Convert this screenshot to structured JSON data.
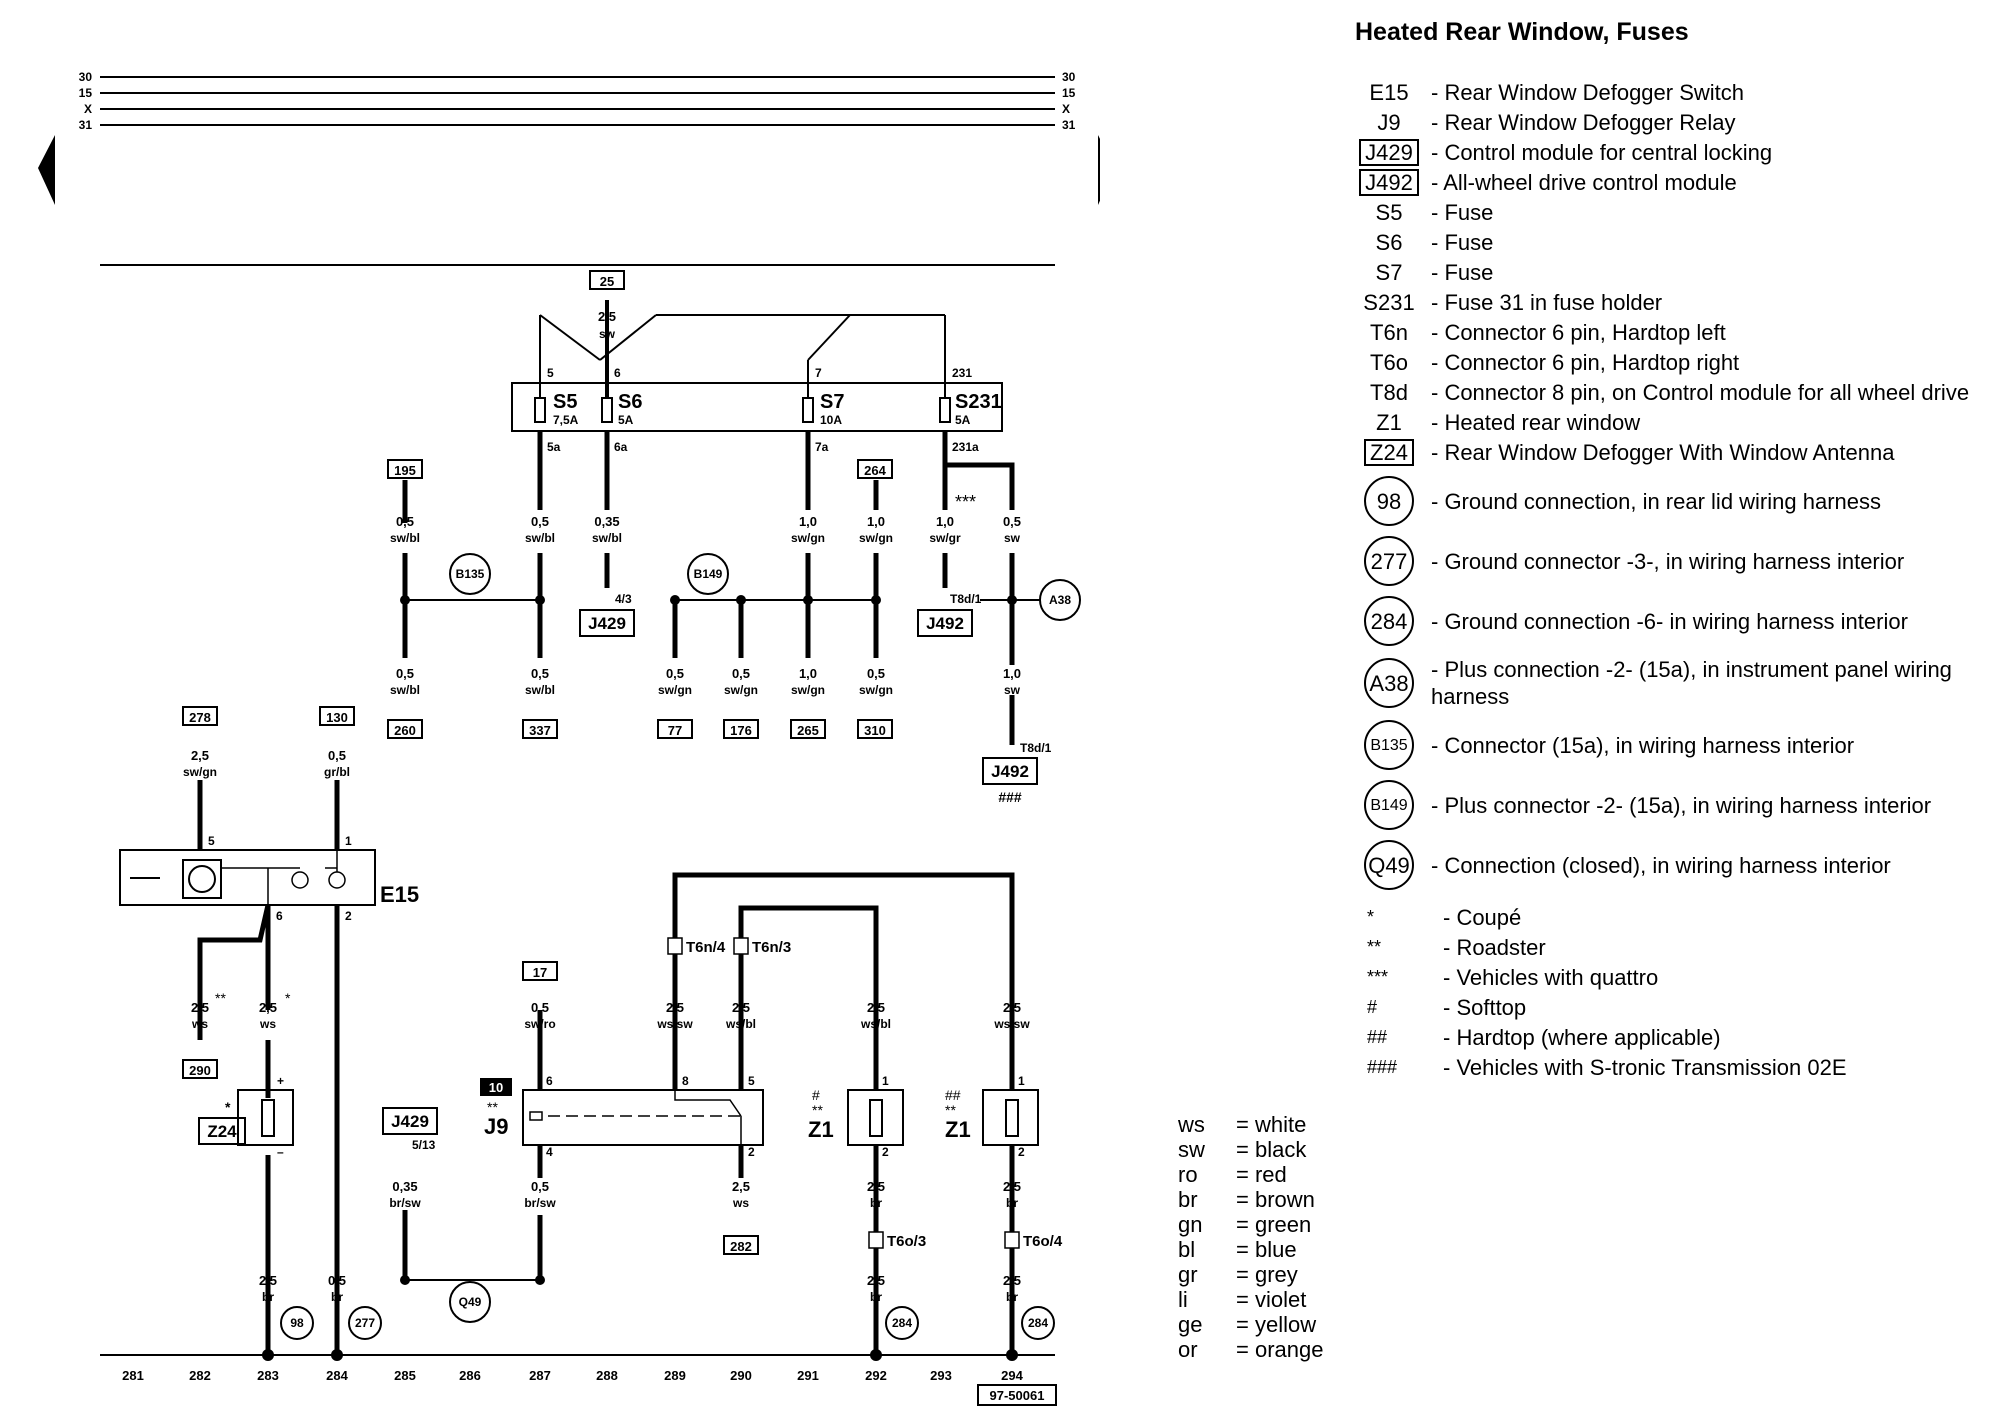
{
  "title": "Heated Rear Window, Fuses",
  "legend": [
    {
      "code": "E15",
      "style": "plain",
      "desc": "- Rear Window Defogger Switch"
    },
    {
      "code": "J9",
      "style": "plain",
      "desc": "- Rear Window Defogger Relay"
    },
    {
      "code": "J429",
      "style": "boxed",
      "desc": "- Control module for central locking"
    },
    {
      "code": "J492",
      "style": "boxed",
      "desc": "- All-wheel drive control module"
    },
    {
      "code": "S5",
      "style": "plain",
      "desc": "- Fuse"
    },
    {
      "code": "S6",
      "style": "plain",
      "desc": "- Fuse"
    },
    {
      "code": "S7",
      "style": "plain",
      "desc": "- Fuse"
    },
    {
      "code": "S231",
      "style": "plain",
      "desc": "- Fuse 31 in fuse holder"
    },
    {
      "code": "T6n",
      "style": "plain",
      "desc": "- Connector 6 pin, Hardtop left"
    },
    {
      "code": "T6o",
      "style": "plain",
      "desc": "- Connector 6 pin, Hardtop right"
    },
    {
      "code": "T8d",
      "style": "plain",
      "desc": "- Connector 8 pin, on Control module for all wheel drive"
    },
    {
      "code": "Z1",
      "style": "plain",
      "desc": "- Heated rear window"
    },
    {
      "code": "Z24",
      "style": "boxed",
      "desc": "- Rear Window Defogger With Window Antenna"
    }
  ],
  "circled_legend": [
    {
      "code": "98",
      "desc": "- Ground connection, in rear lid wiring harness"
    },
    {
      "code": "277",
      "desc": "- Ground connector -3-, in wiring harness interior"
    },
    {
      "code": "284",
      "desc": "- Ground connection -6- in wiring harness interior"
    },
    {
      "code": "A38",
      "desc": "- Plus connection -2- (15a), in instrument panel wiring harness"
    },
    {
      "code": "B135",
      "desc": "- Connector (15a), in wiring harness interior"
    },
    {
      "code": "B149",
      "desc": "- Plus connector -2- (15a), in wiring harness interior"
    },
    {
      "code": "Q49",
      "desc": "- Connection (closed), in wiring harness interior"
    }
  ],
  "footnotes": [
    {
      "code": "*",
      "desc": "- Coupé"
    },
    {
      "code": "**",
      "desc": "- Roadster"
    },
    {
      "code": "***",
      "desc": "- Vehicles with quattro"
    },
    {
      "code": "#",
      "desc": "- Softtop"
    },
    {
      "code": "##",
      "desc": "- Hardtop (where applicable)"
    },
    {
      "code": "###",
      "desc": "- Vehicles with S-tronic Transmission 02E"
    }
  ],
  "color_key": [
    {
      "code": "ws",
      "name": "= white"
    },
    {
      "code": "sw",
      "name": "= black"
    },
    {
      "code": "ro",
      "name": "= red"
    },
    {
      "code": "br",
      "name": "= brown"
    },
    {
      "code": "gn",
      "name": "= green"
    },
    {
      "code": "bl",
      "name": "= blue"
    },
    {
      "code": "gr",
      "name": "= grey"
    },
    {
      "code": "li",
      "name": "= violet"
    },
    {
      "code": "ge",
      "name": "= yellow"
    },
    {
      "code": "or",
      "name": "= orange"
    }
  ],
  "diagram": {
    "bus_labels": [
      "30",
      "15",
      "X",
      "31"
    ],
    "fuses": [
      {
        "label": "S5",
        "rating": "7,5A",
        "in": "5",
        "out": "5a"
      },
      {
        "label": "S6",
        "rating": "5A",
        "in": "6",
        "out": "6a"
      },
      {
        "label": "S7",
        "rating": "10A",
        "in": "7",
        "out": "7a"
      },
      {
        "label": "S231",
        "rating": "5A",
        "in": "231",
        "out": "231a"
      }
    ],
    "refs_top": {
      "r25": "25",
      "r195": "195",
      "r264": "264",
      "r278": "278",
      "r130": "130",
      "r17": "17"
    },
    "refs_mid": {
      "r260": "260",
      "r337": "337",
      "r77": "77",
      "r176": "176",
      "r265": "265",
      "r310": "310",
      "r290": "290",
      "r282": "282"
    },
    "nodes": {
      "b135": "B135",
      "b149": "B149",
      "a38": "A38",
      "q49": "Q49",
      "g98": "98",
      "g277": "277",
      "g284a": "284",
      "g284b": "284"
    },
    "components": {
      "j429_top": "J429",
      "j429_pin": "4/3",
      "j492_mid": "J492",
      "j492_mid_pin": "T8d/1",
      "j492_low": "J492",
      "j492_low_pin": "T8d/1",
      "j492_low_note": "###",
      "j429_low": "J429",
      "j429_low_pin": "5/13",
      "e15": "E15",
      "j9": "J9",
      "j9_num": "10",
      "j9_note": "**",
      "z24": "Z24",
      "z24_note": "*",
      "z1a": "Z1",
      "z1a_note1": "#",
      "z1a_note2": "**",
      "z1b": "Z1",
      "z1b_note1": "##",
      "z1b_note2": "**",
      "t6n4": "T6n/4",
      "t6n3": "T6n/3",
      "t6o3": "T6o/3",
      "t6o4": "T6o/4"
    },
    "wires": [
      {
        "id": "w25",
        "size": "2,5",
        "color": "sw"
      },
      {
        "id": "w195",
        "size": "0,5",
        "color": "sw/bl"
      },
      {
        "id": "ws5",
        "size": "0,5",
        "color": "sw/bl"
      },
      {
        "id": "ws6",
        "size": "0,35",
        "color": "sw/bl"
      },
      {
        "id": "ws7",
        "size": "1,0",
        "color": "sw/gn"
      },
      {
        "id": "w264",
        "size": "1,0",
        "color": "sw/gn"
      },
      {
        "id": "ws231",
        "size": "1,0",
        "color": "sw/gr"
      },
      {
        "id": "wa38",
        "size": "0,5",
        "color": "sw"
      },
      {
        "id": "w260",
        "size": "0,5",
        "color": "sw/bl"
      },
      {
        "id": "w337",
        "size": "0,5",
        "color": "sw/bl"
      },
      {
        "id": "w77",
        "size": "0,5",
        "color": "sw/gn"
      },
      {
        "id": "w176",
        "size": "0,5",
        "color": "sw/gn"
      },
      {
        "id": "w265",
        "size": "1,0",
        "color": "sw/gn"
      },
      {
        "id": "w310",
        "size": "0,5",
        "color": "sw/gn"
      },
      {
        "id": "wj492",
        "size": "1,0",
        "color": "sw"
      },
      {
        "id": "w278",
        "size": "2,5",
        "color": "sw/gn"
      },
      {
        "id": "w130",
        "size": "0,5",
        "color": "gr/bl"
      },
      {
        "id": "w290",
        "size": "2,5",
        "color": "ws"
      },
      {
        "id": "wz24",
        "size": "2,5",
        "color": "ws"
      },
      {
        "id": "w17",
        "size": "0,5",
        "color": "sw/ro"
      },
      {
        "id": "wt6n4",
        "size": "2,5",
        "color": "ws/sw"
      },
      {
        "id": "wt6n3",
        "size": "2,5",
        "color": "ws/bl"
      },
      {
        "id": "wz1a",
        "size": "2,5",
        "color": "ws/bl"
      },
      {
        "id": "wz1b",
        "size": "2,5",
        "color": "ws/sw"
      },
      {
        "id": "wj429",
        "size": "0,35",
        "color": "br/sw"
      },
      {
        "id": "wj9",
        "size": "0,5",
        "color": "br/sw"
      },
      {
        "id": "w282",
        "size": "2,5",
        "color": "ws"
      },
      {
        "id": "wz1a_out",
        "size": "2,5",
        "color": "br"
      },
      {
        "id": "wz1b_out",
        "size": "2,5",
        "color": "br"
      },
      {
        "id": "w98",
        "size": "2,5",
        "color": "br"
      },
      {
        "id": "w277",
        "size": "0,5",
        "color": "br"
      },
      {
        "id": "wt6o3",
        "size": "2,5",
        "color": "br"
      },
      {
        "id": "wt6o4",
        "size": "2,5",
        "color": "br"
      }
    ],
    "pins": {
      "e15_5": "5",
      "e15_1": "1",
      "e15_6": "6",
      "e15_2": "2",
      "j9_6": "6",
      "j9_4": "4",
      "j9_8": "8",
      "j9_5": "5",
      "j9_2": "2",
      "z24_plus": "+",
      "z24_minus": "–",
      "z1a_1": "1",
      "z1a_2": "2",
      "z1b_1": "1",
      "z1b_2": "2"
    },
    "quattro_note": "***",
    "note_a": "**",
    "note_b": "*",
    "track_numbers": [
      "281",
      "282",
      "283",
      "284",
      "285",
      "286",
      "287",
      "288",
      "289",
      "290",
      "291",
      "292",
      "293",
      "294"
    ],
    "figure_id": "97-50061"
  }
}
